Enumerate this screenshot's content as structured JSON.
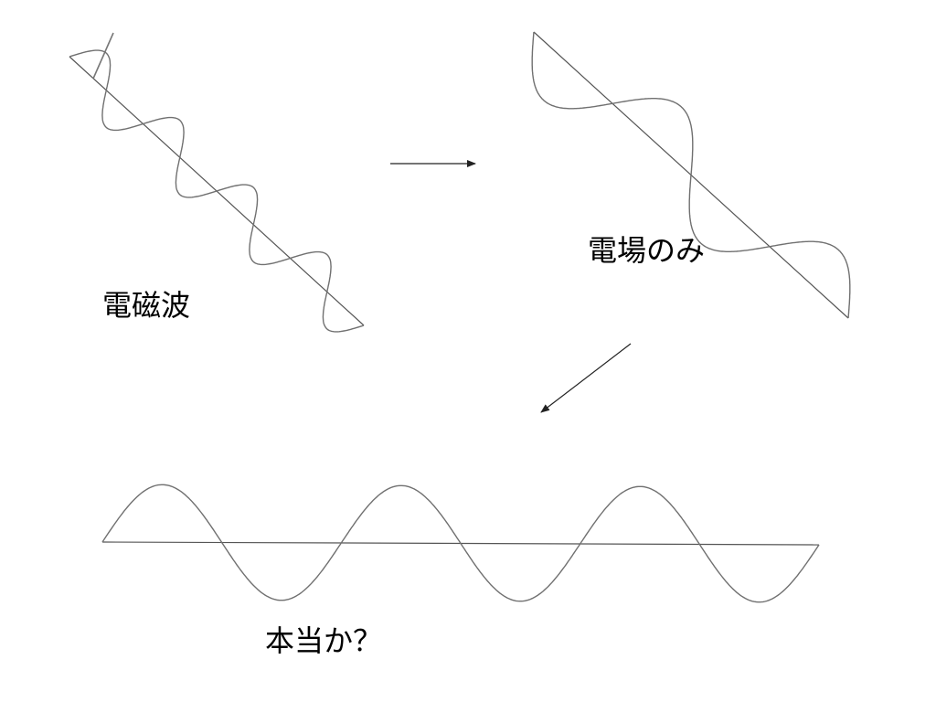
{
  "labels": {
    "em_wave": "電磁波",
    "e_field_only": "電場のみ",
    "really": "本当か？"
  },
  "colors": {
    "wave_stroke": "#707070",
    "axis_stroke": "#555555",
    "arrow_stroke": "#222222",
    "text": "#000000"
  }
}
